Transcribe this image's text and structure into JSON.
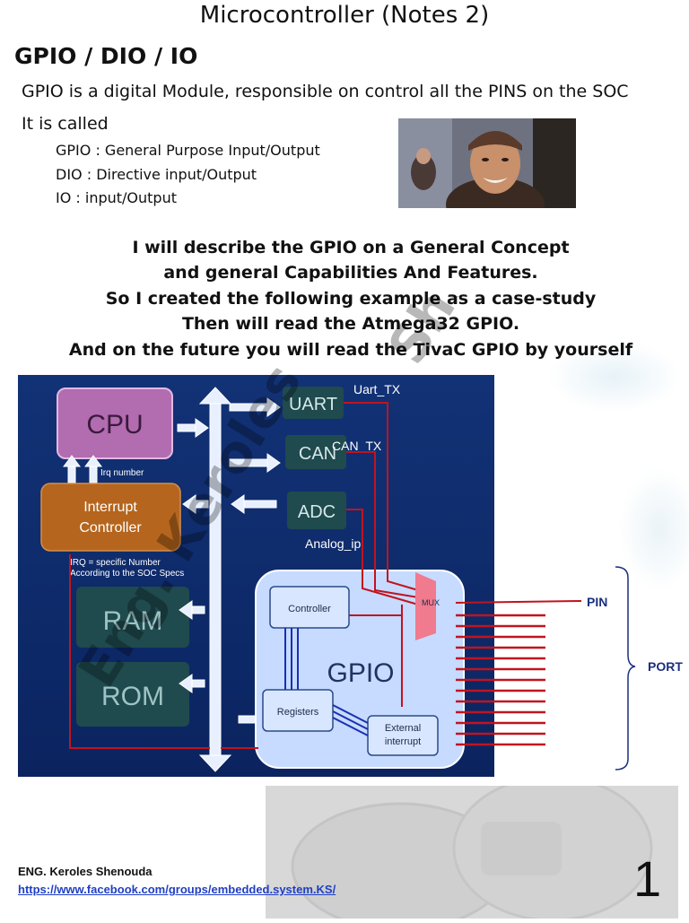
{
  "page": {
    "title": "Microcontroller (Notes 2)",
    "section_title": "GPIO / DIO / IO",
    "intro": "GPIO is a digital Module, responsible on control all the PINS on the SOC",
    "called_label": "It is called",
    "definitions": [
      "GPIO : General Purpose Input/Output",
      "DIO : Directive input/Output",
      "IO : input/Output"
    ],
    "description_lines": [
      "I will describe the GPIO on a General Concept",
      "and general Capabilities And Features.",
      "So I created the following example as a case-study",
      "Then will read the Atmega32 GPIO.",
      "And on the future you will read the TivaC GPIO by yourself"
    ],
    "page_number": "1"
  },
  "diagram": {
    "cpu": "CPU",
    "irq_number": "Irq number",
    "interrupt_controller_line1": "Interrupt",
    "interrupt_controller_line2": "Controller",
    "irq_note_line1": "IRQ = specific Number",
    "irq_note_line2": "According to the SOC Specs",
    "ram": "RAM",
    "rom": "ROM",
    "uart": "UART",
    "uart_tx": "Uart_TX",
    "can": "CAN",
    "can_tx": "CAN_TX",
    "adc": "ADC",
    "analog_ip": "Analog_ip",
    "gpio": "GPIO",
    "controller": "Controller",
    "registers": "Registers",
    "external_line1": "External",
    "external_line2": "interrupt",
    "mux": "MUX",
    "pin": "PIN",
    "port": "PORT"
  },
  "footer": {
    "author": "ENG. Keroles Shenouda",
    "link": "https://www.facebook.com/groups/embedded.system.KS/"
  },
  "watermark": {
    "text1": "Eng. Keroles",
    "text2": "Shenouda"
  },
  "colors": {
    "diagram_bg": "#0d2a6b",
    "cpu": "#b26cb0",
    "interrupt_controller": "#b5651d",
    "module_box": "#1f4a4e",
    "gpio_panel": "#c6dbff",
    "wire": "#c0141f",
    "bus_arrow": "#ffffff",
    "link": "#1f3fc4"
  }
}
